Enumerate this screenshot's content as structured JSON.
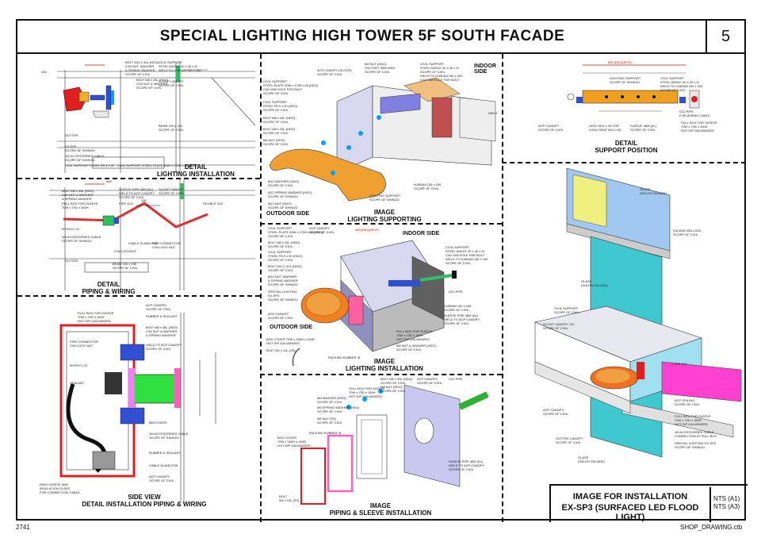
{
  "title": "SPECIAL LIGHTING HIGH TOWER 5F SOUTH FACADE",
  "sheet_number": "5",
  "footer": {
    "left": "2741",
    "right": "SHOP_DRAWING.ctb"
  },
  "title_block": {
    "line1": "IMAGE FOR INSTALLATION",
    "line2": "EX-SP3 (SURFACED LED FLOOD LIGHT)",
    "scale1": "NTS (A1)",
    "scale2": "NTS (A3)"
  },
  "captions": {
    "detail_lighting_installation": [
      "DETAIL",
      "LIGHTING INSTALLATION"
    ],
    "detail_piping_wiring": [
      "DETAIL",
      "PIPING & WIRING"
    ],
    "side_view": [
      "SIDE VIEW",
      "DETAIL INSTALLATION PIPING & WIRING"
    ],
    "image_lighting_supporting": [
      "IMAGE",
      "LIGHTING SUPPORTING"
    ],
    "image_lighting_installation": [
      "IMAGE",
      "LIGHTING INSTALLATION"
    ],
    "image_piping_sleeve": [
      "IMAGE",
      "PIPING & SLEEVE INSTALLATION"
    ],
    "detail_support_position": [
      "DETAIL",
      "SUPPORT POSITION"
    ]
  },
  "side_labels": {
    "indoor_side_top": "INDOOR SIDE",
    "outdoor_side_top": "OUTDOOR SIDE",
    "indoor_side_mid": "INDOOR SIDE",
    "outdoor_side_mid": "OUTDOOR SIDE"
  },
  "dimensions": {
    "d430a": "430",
    "d430b": "430",
    "d100": "100",
    "d650": "650 (REQUEST)"
  },
  "notes": {
    "lighting_installation": [
      "BOLT M12 x 40L (HDG)",
      "C/W NUT, WASHER",
      "& SPRING WASHER",
      "SCOPE OF CIVIL",
      "BOLT M8 x 25L (HDG)",
      "C/W NUT & WASHER",
      "SCOPE OF CIVIL",
      "CIVIL SUPPORT",
      "STEEL ANGLE 40 x 40 x 4t",
      "WELD TO H-BEAM 150 x 150",
      "SLOOP CANOPY",
      "SCOPE OF CIVIL",
      "BEAM 150 x 150",
      "SCOPE OF CIVIL",
      "GUTTER",
      "EX-SP3",
      "SCOPE OF SHINIZU",
      "1M ACCESSORIES CABLE",
      "SCOPE OF SHINIZU",
      "CIVIL SUPPORT STEEL FB 9 x 50",
      "CIVIL SUPPORT STEEL PLATE 40W x 170H x 8t (HDG)"
    ],
    "piping_wiring": [
      "BOLT M8 x 35L (HDG)",
      "C/W NUT & WASHER",
      "& SPRING WASHER",
      "SLEEVE PIPE 48Ø (AL)",
      "WELD TO ACP CANOPY",
      "SCOPE OF CIVIL",
      "SLOOP CANOPY",
      "SCOPE OF CIVIL",
      "PULL BOX FOR SLEEVE",
      "70W x 70D x 150H",
      "PIPE G22",
      "FEXIBLE G22",
      "NYHHY1 2C",
      "1M ACCESSORIES CABLE",
      "SCOPE OF SHINIZU",
      "CABLE GLAND P26",
      "PIPE CONNECTOR",
      "C/W LOCK NUT",
      "C/W LOCKNUT",
      "BEAM 150 x 150",
      "SCOPE OF CIVIL",
      "GUTTER"
    ],
    "side_view": [
      "ACP CANOPY",
      "SCOPE OF CIVIL",
      "PULL BOX FOR SLEEVE",
      "70W x 70D x 150H",
      "HOT DIP GALVANIZED",
      "RUBBER & SEALANT",
      "BOLT M8 x 35L (HDG)",
      "C/W NUT & WASHER",
      "& SPRING WASHER",
      "WELD TO ACP CANOPY",
      "SCOPE OF CIVIL",
      "PIPE CONNECTOR",
      "C/W LOCK NUT",
      "NYHHY1 2C",
      "SEALANT",
      "BENTONITE",
      "1M ACCESSORIES CABLE",
      "SCOPE OF SHINIZU",
      "RUBBER & SEALANT",
      "CABLE GLAND P26",
      "ACP CANOPY",
      "SCOPE OF CIVIL",
      "RING SLEEVE Ø/W",
      "INSULATION GLASS",
      "FOR CONNECTION CABLE"
    ],
    "lighting_supporting": [
      "M8 NUT (HDG)",
      "FACTORY WELDING",
      "SCOPE OF CIVIL",
      "CIVIL SUPPORT",
      "STEEL ANGLE 40 x 40 x 4t",
      "SCOPE OF CIVIL",
      "WELD TO H-BEAM 150 x 150",
      "C/W 10Ø HOLE FOR BOLT",
      "ACP CANOPY (SLOOP)",
      "SCOPE OF CIVIL",
      "CIVIL SUPPORT",
      "STEEL PLATE 40W x 170H x 8t (HDG)",
      "C/W 10Ø HOLE FOR BOLT",
      "SCOPE OF CIVIL",
      "CIVIL SUPPORT",
      "STEEL FB 9 x 50 (HDG)",
      "SCOPE OF CIVIL",
      "BOLT M8 x 40L (HDG)",
      "SCOPE OF CIVIL",
      "BOLT M8 x 25L (HDG)",
      "SCOPE OF CIVIL",
      "M8 NUT (HDG)",
      "SCOPE OF CIVIL",
      "M12 WASHER (HDG)",
      "SCOPE OF CIVIL",
      "M12 SPRING WASHER (HDG)",
      "SCOPE OF SHINIZU",
      "M12 NUT (HDG)",
      "SCOPE OF SHINIZU",
      "LIGHTING SUPPORT",
      "SCOPE OF SHINIZU",
      "H-BEAM 150 x 150",
      "SCOPE OF CIVIL",
      "WELD"
    ],
    "lighting_installation_image": [
      "ACP CANOPY",
      "SCOPE OF CIVIL",
      "CIVIL SUPPORT",
      "STEEL PLATE 40W x 170H x 8t (HDG)",
      "SCOPE OF CIVIL",
      "BOLT M8 x 25L (HDG)",
      "SCOPE OF CIVIL",
      "CIVIL SUPPORT",
      "STEEL FB 9 x 50 (HDG)",
      "SCOPE OF CIVIL",
      "BOLT M12 x 40L (HDG)",
      "SCOPE OF CIVIL",
      "M12 NUT, WASHER",
      "& SPRING WASHER",
      "SCOPE OF SHINIZU",
      "SPECIAL LIGHTING",
      "EX-SP3",
      "SCOPE OF SHINIZU",
      "ACP CANOPY",
      "SCOPE OF CIVIL",
      "BOX COVER 70W x 150H x 150D",
      "HOT DIP GALVANIZED",
      "BOLT M4 x 10L (SS)",
      "PACKING RUBBER 3t",
      "CIVIL SUPPORT",
      "STEEL ANGLE 40 x 40 x 4t",
      "C/W 10Ø HOLE FOR BOLT",
      "WELD TO H-BEAM 150 x 150",
      "SCOPE OF CIVIL",
      "G22 PIPE",
      "H-BEAM 150 x 150",
      "SCOPE OF CIVIL",
      "SLEEVE PIPE 48Ø (AL)",
      "WELD TO ACP CANOPY",
      "SCOPE OF CIVIL",
      "PULL BOX FOR SLEEVE",
      "70W x 70D x 150H",
      "HOT DIP GALVANIZED",
      "M8 NUT & WASHER (HDG)",
      "SCOPE OF CIVIL"
    ],
    "piping_sleeve": [
      "BOLT M8 x 35L (HDG)",
      "SCOPE OF CIVIL",
      "M8 NUT (HDG)",
      "SCOPE OF CIVIL",
      "ACP CANOPY",
      "SCOPE OF CIVIL",
      "G22 PIPE",
      "PULL BOX FOR SLEEVE",
      "70W x 70D x 150H",
      "HOT DIP GALVANIZED",
      "M8 WASHER (HDG)",
      "SCOPE OF CIVIL",
      "M8 SPRING WASHER (HDG)",
      "SCOPE OF CIVIL",
      "M8 NUT (SS)",
      "SCOPE OF CIVIL",
      "PACKING RUBBER 3t",
      "BOX COVER",
      "70W x 150H x 150D",
      "HOT DIP GALVANIZED",
      "SLEEVE PIPE 48Ø (AL)",
      "WELD TO ACP CANOPY",
      "SCOPE OF CIVIL",
      "BOLT",
      "M4 x 10L (SS)"
    ],
    "support_position": [
      "LIGHTING SUPPORT",
      "SCOPE OF SHINIZU",
      "CIVIL SUPPORT",
      "STEEL ANGLE 40 x 40 x 4t",
      "WELD TO H-BEAM 150 x 150",
      "SCOPE OF CIVIL",
      "G22 PIPE",
      "FOR WIRING CABLE",
      "ACP CANOPY",
      "SCOPE OF CIVIL",
      "HOLE Ø14 x 26 FOR",
      "LONG DRAT M12 x 40",
      "SLEEVE 48Ø (AL)",
      "SCOPE OF CIVIL",
      "PULL BOX FOR SLEEVE",
      "70W x 70D x 150H",
      "HOT DIP GALVANIZED"
    ],
    "facade": [
      "GLASS",
      "(SOUTH FACADE)",
      "FACADE MULLION",
      "SCOPE OF CIVIL",
      "GLASS",
      "(SOUTH FACADE)",
      "CIVIL SUPPORT",
      "SCOPE OF CIVIL",
      "SLOOP CANOPY 120",
      "SCOPE OF CIVIL",
      "PIPE G22",
      "ACP CANOPY",
      "SCOPE OF CIVIL",
      "ACP CEILING",
      "SCOPE OF CIVIL",
      "PULL BOX FOR SLEEVE",
      "70W x 70D x 150H",
      "HOT DIP GALVANIZED",
      "1M ACCESSORIES CABLE",
      "CONNECTION AT PULL BOX",
      "SPECIAL LIGHTING EX-SP3",
      "SCOPE OF SHINIZU",
      "GUTTER CANOPY",
      "SCOPE OF CIVIL",
      "GLASS",
      "(SOUTH FACADE)"
    ]
  }
}
